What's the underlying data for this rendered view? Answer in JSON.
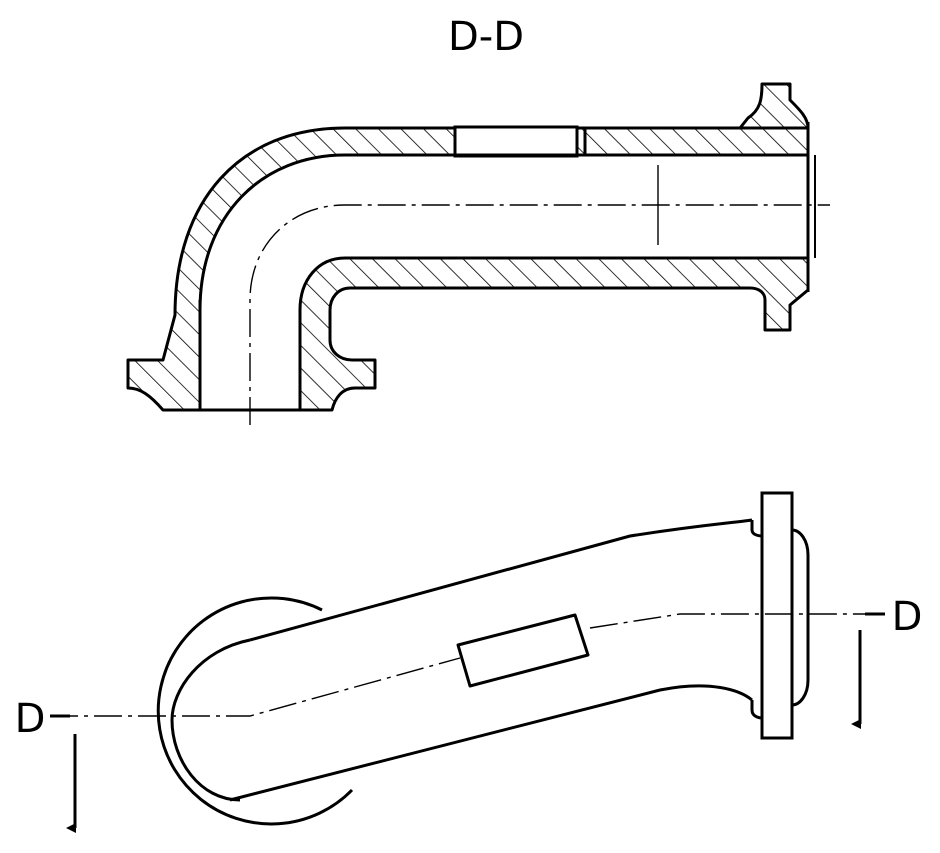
{
  "section_view": {
    "title": "D-D"
  },
  "plan_view": {
    "cut_marker_left": "D",
    "cut_marker_right": "D"
  },
  "colors": {
    "ink": "#000000",
    "paper": "#ffffff"
  }
}
